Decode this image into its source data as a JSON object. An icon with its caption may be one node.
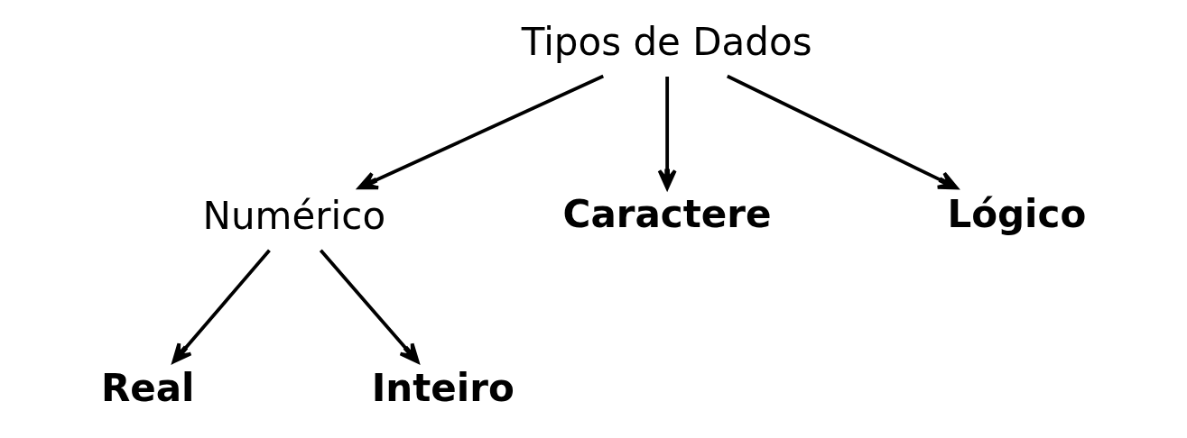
{
  "diagram": {
    "nodes": [
      {
        "text": [
          "Tipos de Dados"
        ]
      },
      {
        "text": [
          "Numérico"
        ]
      },
      {
        "text": [
          "Caractere"
        ]
      },
      {
        "text": [
          "Lógico"
        ]
      },
      {
        "text": [
          "Real"
        ]
      },
      {
        "text": [
          "Inteiro"
        ]
      }
    ],
    "edges": [
      {
        "from": 0,
        "to": 1,
        "arrow": "to"
      },
      {
        "from": 0,
        "to": 2,
        "arrow": "to"
      },
      {
        "from": 0,
        "to": 3,
        "arrow": "to"
      },
      {
        "from": 1,
        "to": 4,
        "arrow": "to"
      },
      {
        "from": 1,
        "to": 5,
        "arrow": "to"
      }
    ]
  }
}
